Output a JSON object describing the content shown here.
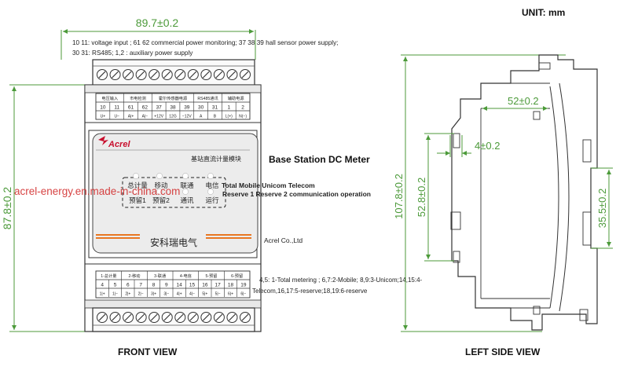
{
  "unit": "UNIT: mm",
  "front": {
    "width_dim": "89.7±0.2",
    "height_dim": "87.8±0.2",
    "top_note_1": "10 11: voltage input ; 61 62 commercial power monitoring; 37 38 39 hall sensor power supply;",
    "top_note_2": "30 31: RS485; 1,2 : auxiliary power supply",
    "top_headers": [
      "电压输入",
      "市电检测",
      "霍尔传感器电源",
      "RS485通讯",
      "辅助电源"
    ],
    "top_numbers": [
      "10",
      "11",
      "61",
      "62",
      "37",
      "38",
      "39",
      "30",
      "31",
      "1",
      "2"
    ],
    "top_signals": [
      "U+",
      "U−",
      "A|+",
      "A|−",
      "+12V",
      "12G",
      "−12V",
      "A",
      "B",
      "L(+)",
      "N(−)"
    ],
    "logo": "Acrel",
    "module_title": "基站直流计量模块",
    "panel_row1": [
      "总计量",
      "移动",
      "联通",
      "电信"
    ],
    "panel_row2": [
      "预留1",
      "预留2",
      "通讯",
      "运行"
    ],
    "brand_cn": "安科瑞电气",
    "bottom_headers": [
      "1-总计量",
      "2-移动",
      "3-联通",
      "4-电信",
      "5-预留",
      "6-预留"
    ],
    "bottom_numbers": [
      "4",
      "5",
      "6",
      "7",
      "8",
      "9",
      "14",
      "15",
      "16",
      "17",
      "18",
      "19"
    ],
    "bottom_signals": [
      "1|+",
      "1|−",
      "2|+",
      "2|−",
      "3|+",
      "3|−",
      "4|+",
      "4|−",
      "5|+",
      "5|−",
      "6|+",
      "6|−"
    ],
    "label": "FRONT VIEW"
  },
  "middle": {
    "title": "Base Station DC Meter",
    "line1": "Total   Mobile  Unicom  Telecom",
    "line2": "Reserve 1  Reserve 2 communication  operation",
    "company": "Acrel Co.,Ltd",
    "bottom_note_1": "4,5: 1-Total metering ; 6,7:2-Mobile; 8,9:3-Unicom;14,15:4-",
    "bottom_note_2": "Telecom,16,17:5-reserve;18,19:6-reserve"
  },
  "side": {
    "height_dim": "107.8±0.2",
    "top_dim": "52±0.2",
    "small_dim": "4±0.2",
    "mid_dim": "52.8±0.2",
    "right_dim": "35.5±0.2",
    "label": "LEFT SIDE VIEW"
  },
  "watermark": "acrel-energy.en.made-in-china.com",
  "colors": {
    "dimension": "#4c9a3a",
    "watermark": "#d32f2f",
    "led": "#ffffff",
    "stripe": "#e87722"
  }
}
